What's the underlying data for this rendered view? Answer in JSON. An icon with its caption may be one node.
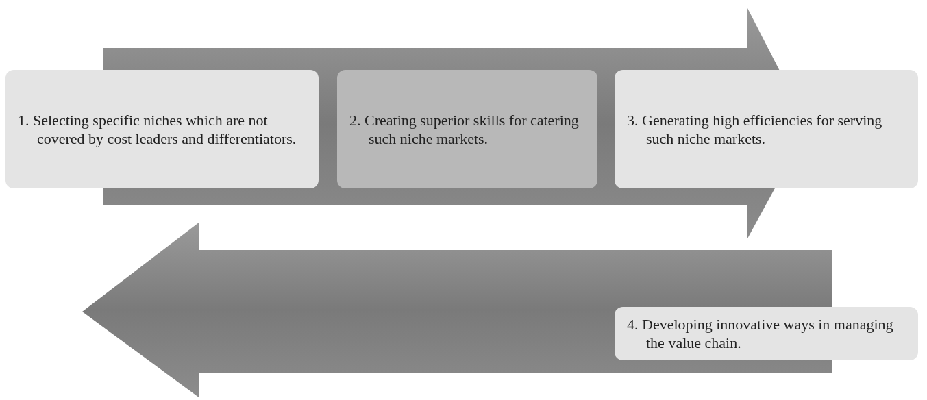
{
  "diagram": {
    "nodes": [
      {
        "text": [
          "1. Selecting specific niches which are not covered by cost leaders and differentiators."
        ]
      },
      {
        "text": [
          "2. Creating superior skills for catering such niche markets."
        ]
      },
      {
        "text": [
          "3. Generating high efficiencies for serving such niche markets."
        ]
      },
      {
        "text": [
          "4. Developing innovative ways in managing the value chain."
        ]
      }
    ]
  }
}
